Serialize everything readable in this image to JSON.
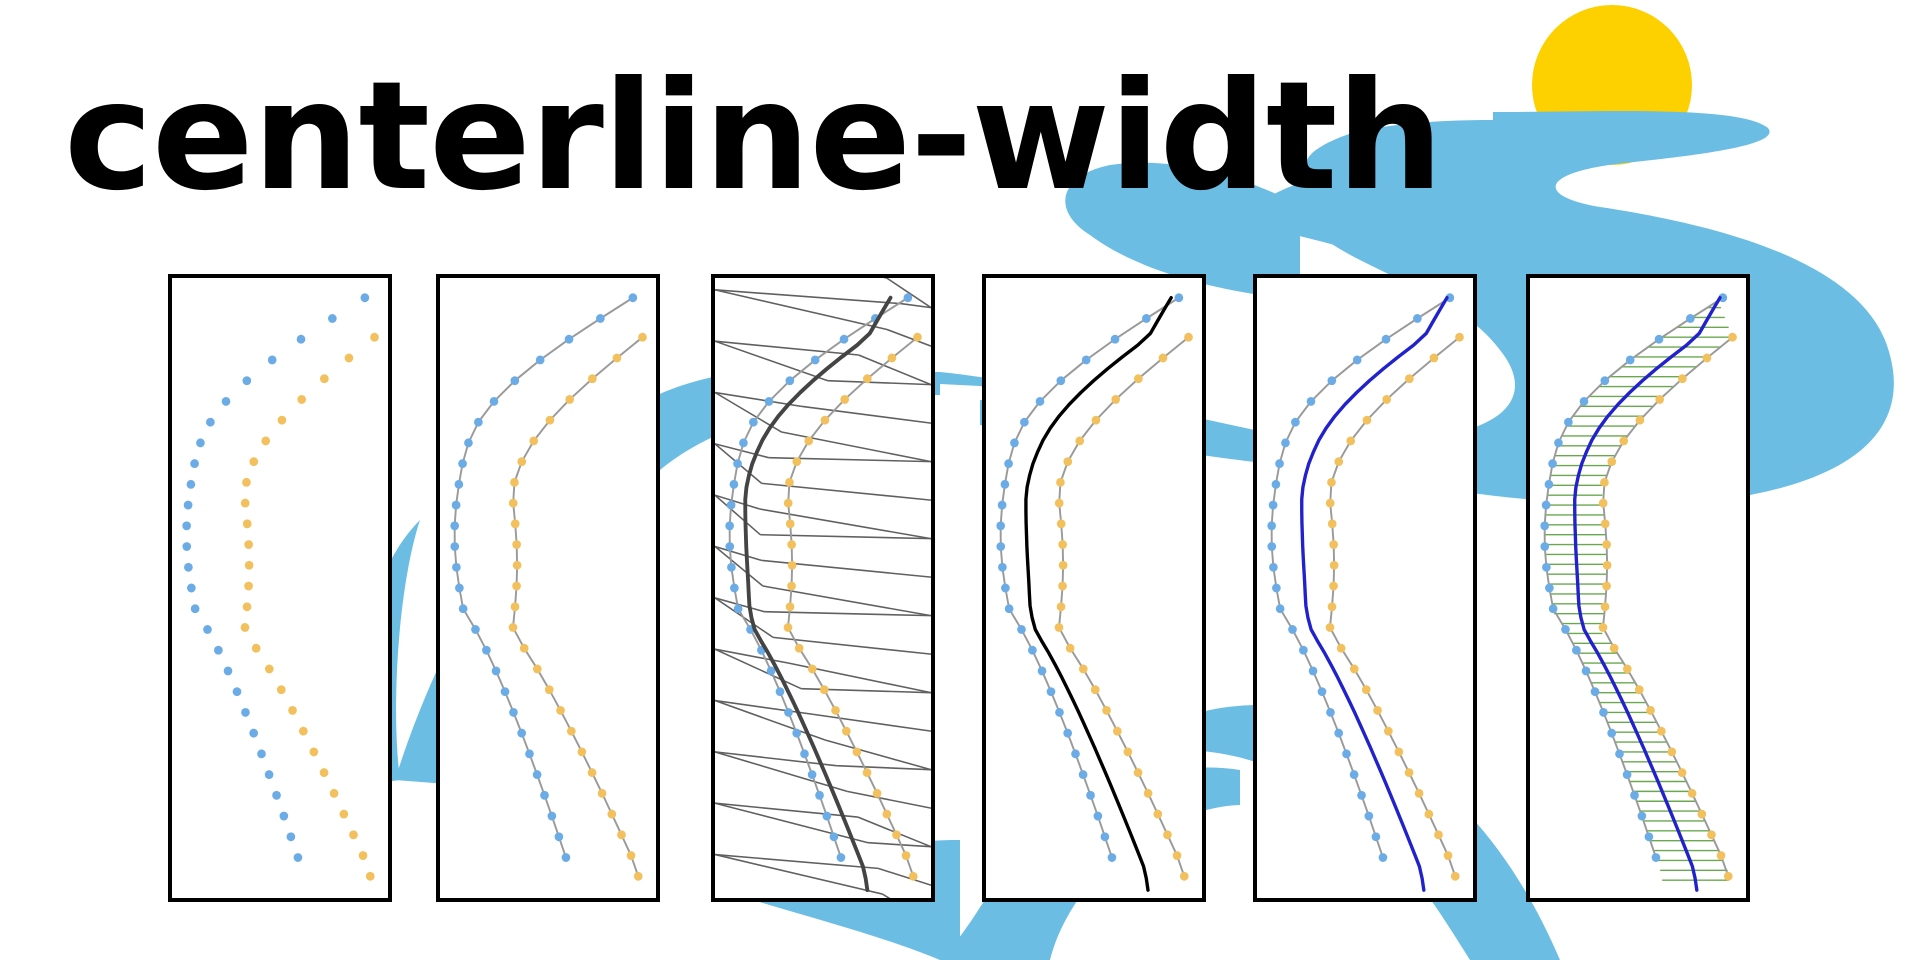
{
  "title": "centerline-width",
  "colors": {
    "river": "#6bbde3",
    "sun": "#fdd000",
    "left_bank": "#6cace6",
    "right_bank": "#f2c05c",
    "bank_line": "#9a9a9a",
    "voronoi": "#606060",
    "centerline_raw": "#000000",
    "centerline_smooth": "#2222cc",
    "width_lines": "#6aa84f"
  },
  "icons": [
    "sun-icon",
    "river-icon"
  ],
  "panels": [
    {
      "id": "bank-points",
      "layers": [
        "left-bank-points",
        "right-bank-points"
      ]
    },
    {
      "id": "bank-lines",
      "layers": [
        "left-bank-line",
        "right-bank-line",
        "left-bank-points",
        "right-bank-points"
      ]
    },
    {
      "id": "voronoi-diagram",
      "layers": [
        "voronoi-edges",
        "left-bank-line",
        "right-bank-line",
        "left-bank-points",
        "right-bank-points",
        "voronoi-centerline"
      ]
    },
    {
      "id": "raw-centerline",
      "layers": [
        "left-bank-line",
        "right-bank-line",
        "left-bank-points",
        "right-bank-points",
        "raw-centerline"
      ]
    },
    {
      "id": "smooth-centerline",
      "layers": [
        "left-bank-line",
        "right-bank-line",
        "left-bank-points",
        "right-bank-points",
        "smooth-centerline"
      ]
    },
    {
      "id": "width-lines",
      "layers": [
        "width-lines",
        "left-bank-line",
        "right-bank-line",
        "left-bank-points",
        "right-bank-points",
        "smooth-centerline"
      ]
    }
  ]
}
